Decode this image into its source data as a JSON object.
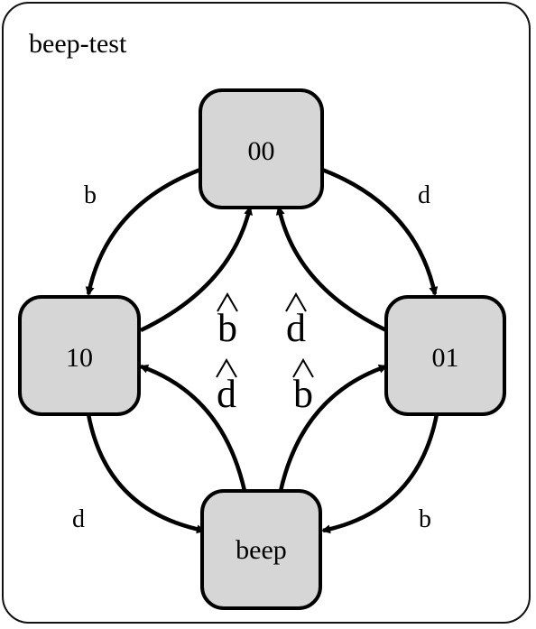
{
  "diagram": {
    "title": "beep-test",
    "colors": {
      "node_fill": "#d6d6d6",
      "stroke": "#000000",
      "background": "#ffffff"
    },
    "states": [
      {
        "id": "s00",
        "label": "00"
      },
      {
        "id": "s10",
        "label": "10"
      },
      {
        "id": "s01",
        "label": "01"
      },
      {
        "id": "sbeep",
        "label": "beep"
      }
    ],
    "edge_labels": {
      "top_left": "b",
      "top_right": "d",
      "bottom_left": "d",
      "bottom_right": "b"
    },
    "inner_labels": {
      "upper_left": "b",
      "upper_right": "d",
      "lower_left": "d",
      "lower_right": "b"
    }
  }
}
